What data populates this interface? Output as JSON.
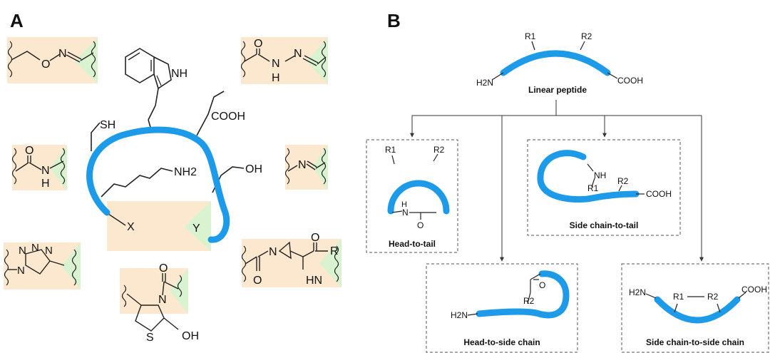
{
  "panel_a": {
    "letter": "A",
    "backbone_color": "#1e9be8",
    "box_color": "#fbe8cf",
    "accent_color": "#d9f3d0",
    "substituents": {
      "thiol": "SH",
      "amine": "NH2",
      "acid": "COOH",
      "alcohol": "OH",
      "indole_nh": "NH"
    },
    "termini": {
      "x": "X",
      "y": "Y"
    },
    "linkages": {
      "oxime": [
        "O",
        "N"
      ],
      "hydrazone": [
        "O",
        "N",
        "N",
        "H"
      ],
      "amide": [
        "O",
        "N",
        "H"
      ],
      "imine": [
        "N"
      ],
      "triazole": [
        "N",
        "N",
        "N",
        "N"
      ],
      "aziridine": [
        "O",
        "N",
        "O",
        "R",
        "HN"
      ],
      "thiazolidine": [
        "O",
        "N",
        "S",
        "OH"
      ]
    }
  },
  "panel_b": {
    "letter": "B",
    "backbone_color": "#1e9be8",
    "linear": {
      "title": "Linear peptide",
      "r1": "R1",
      "r2": "R2",
      "h2n": "H2N",
      "cooh": "COOH"
    },
    "boxes": [
      {
        "caption": "Head-to-tail",
        "r1": "R1",
        "r2": "R2",
        "h": "H",
        "n": "N",
        "o": "O"
      },
      {
        "caption": "Side chain-to-tail",
        "nh": "NH",
        "r1": "R1",
        "r2": "R2",
        "cooh": "COOH"
      },
      {
        "caption": "Head-to-side chain",
        "o": "O",
        "r2": "R2",
        "h2n": "H2N"
      },
      {
        "caption": "Side chain-to-side chain",
        "h2n": "H2N",
        "r1": "R1",
        "r2": "R2",
        "cooh": "COOH"
      }
    ]
  }
}
